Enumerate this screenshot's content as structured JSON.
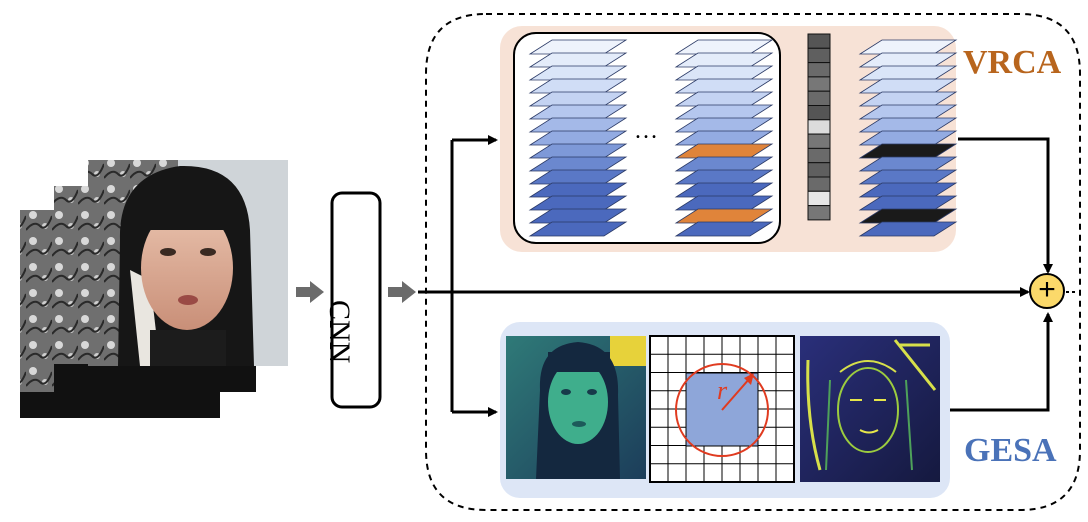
{
  "labels": {
    "cnn": "CNN",
    "vrca": "VRCA",
    "gesa": "GESA",
    "ellipsis": "…",
    "radius": "r",
    "sum": "+"
  },
  "colors": {
    "vrca_text": "#b8651d",
    "gesa_text": "#4a72b8",
    "vrca_panel": "#f7e2d6",
    "gesa_panel": "#dde6f6",
    "sum_node": "#fbd96a",
    "highlight_slice": "#e0843a",
    "black_slice": "#1a1a1a",
    "radius_circle": "#e03b20",
    "arrow": "#000000",
    "input_arrow": "#6b6b6b"
  },
  "icons": {
    "input_frames": "face-video-frames-icon",
    "grayscale_map": "grayscale-face-map-icon",
    "edge_map": "edge-face-map-icon",
    "sum_node": "plus-circle-icon"
  }
}
